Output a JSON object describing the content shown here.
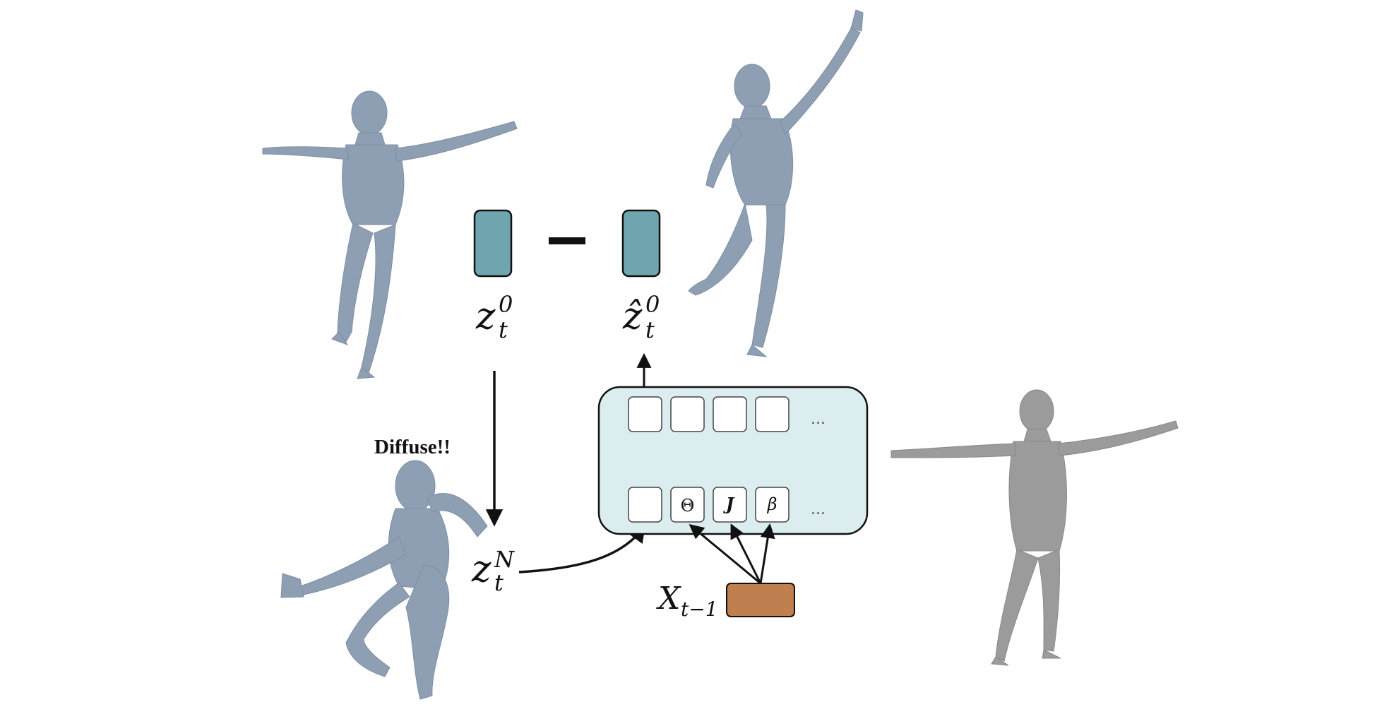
{
  "labels": {
    "z_clean": "z",
    "z_clean_sub": "t",
    "z_clean_sup": "0",
    "z_pred": "ẑ",
    "z_pred_sub": "t",
    "z_pred_sup": "0",
    "z_noisy": "z",
    "z_noisy_sub": "t",
    "z_noisy_sup": "N",
    "diffuse": "Diffuse!!",
    "cond": "X",
    "cond_sub": "t−1"
  },
  "tokens": {
    "top_dots": "...",
    "bottom_dots": "...",
    "theta": "Θ",
    "joints": "J",
    "beta": "β"
  },
  "colors": {
    "body_blue": "#8f9fb3",
    "body_gray": "#9b9b9b",
    "latent": "#6fa5ae",
    "panel": "#dcedf0",
    "cond_box": "#c07f4e"
  }
}
